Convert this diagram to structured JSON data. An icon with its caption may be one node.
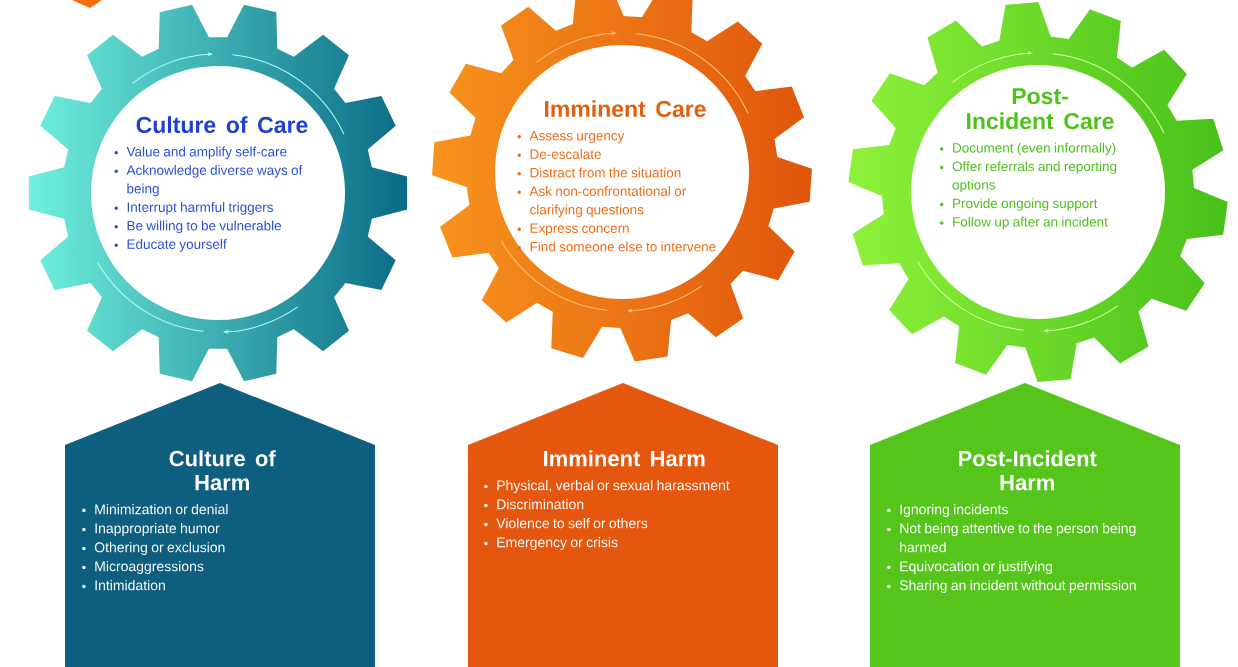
{
  "diagram": {
    "nodes": [
      {
        "text": [
          "Culture of Care",
          "Value and amplify self-care",
          "Acknowledge diverse ways of being",
          "Interrupt harmful triggers",
          "Be willing to be vulnerable",
          "Educate yourself"
        ]
      },
      {
        "text": [
          "Imminent Care",
          "Assess urgency",
          "De-escalate",
          "Distract from the situation",
          "Ask non-confrontational or clarifying questions",
          "Express concern",
          "Find someone else to intervene"
        ]
      },
      {
        "text": [
          "Post-Incident Care",
          "Document (even informally)",
          "Offer referrals and reporting options",
          "Provide ongoing support",
          "Follow up after an incident"
        ]
      },
      {
        "text": [
          "Culture of Harm",
          "Minimization or denial",
          "Inappropriate humor",
          "Othering or exclusion",
          "Microaggressions",
          "Intimidation"
        ]
      },
      {
        "text": [
          "Imminent Harm",
          "Physical, verbal or sexual harassment",
          "Discrimination",
          "Violence to self or others",
          "Emergency or crisis"
        ]
      },
      {
        "text": [
          "Post-Incident Harm",
          "Ignoring incidents",
          "Not being attentive to the person being harmed",
          "Equivocation or justifying",
          "Sharing an incident without permission"
        ]
      }
    ]
  }
}
